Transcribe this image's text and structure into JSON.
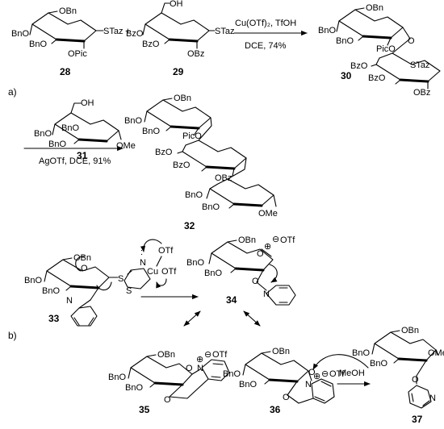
{
  "compounds": {
    "c28": "28",
    "c29": "29",
    "c30": "30",
    "c31": "31",
    "c32": "32",
    "c33": "33",
    "c34": "34",
    "c35": "35",
    "c36": "36",
    "c37": "37"
  },
  "section_labels": {
    "a": "a)",
    "b": "b)"
  },
  "reactions": {
    "r1_top": "Cu(OTf)₂, TfOH",
    "r1_bottom": "DCE, 74%",
    "r2_bottom": "AgOTf, DCE, 91%",
    "r3_reagent": "MeOH",
    "plus": "+"
  },
  "groups": {
    "OBn": "OBn",
    "BnO": "BnO",
    "OH": "OH",
    "BzO": "BzO",
    "OBz": "OBz",
    "STaz": "STaz",
    "OPic": "OPic",
    "PicO": "PicO",
    "OMe": "OMe",
    "OTf": "OTf",
    "Cu": "Cu",
    "S": "S",
    "N": "N",
    "O": "O"
  },
  "glyphs": {
    "lone_pair": ":",
    "plus_charge": "⊕",
    "minus_charge": "⊖"
  }
}
